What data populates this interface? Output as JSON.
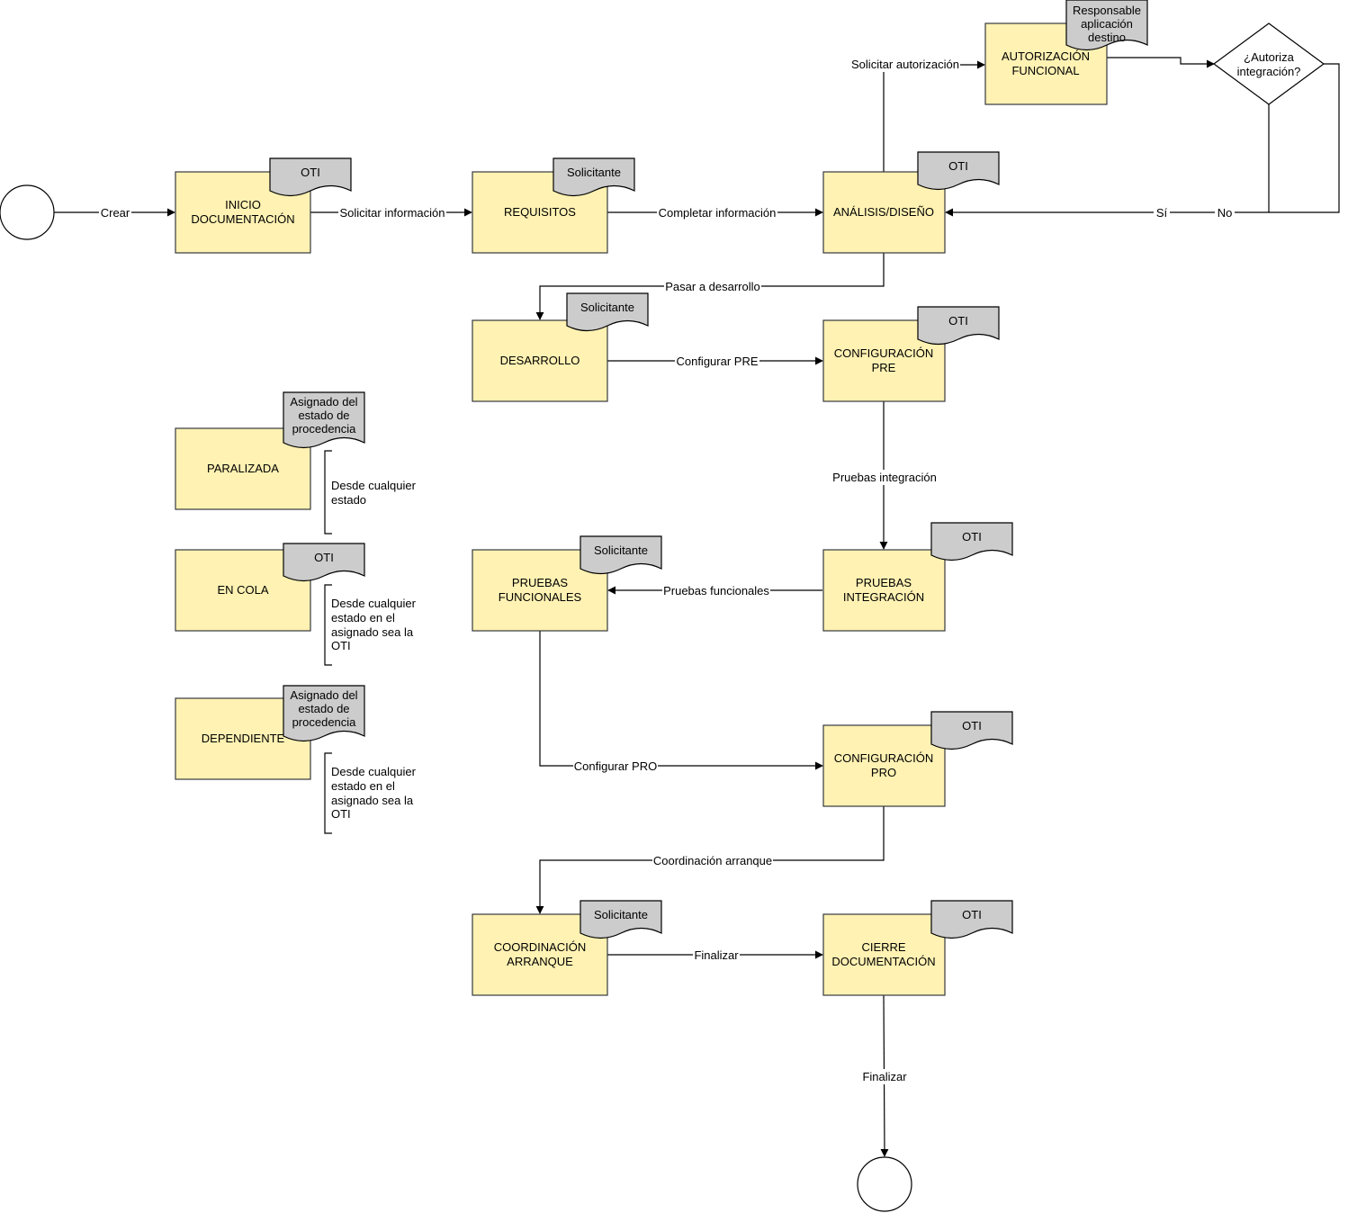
{
  "colors": {
    "state_fill": "#fff2b3",
    "note_fill": "#cccccc",
    "line": "#000000"
  },
  "states": {
    "inicio": {
      "label": [
        "INICIO",
        "DOCUMENTACIÓN"
      ],
      "role": "OTI"
    },
    "requisitos": {
      "label": [
        "REQUISITOS"
      ],
      "role": "Solicitante"
    },
    "analisis": {
      "label": [
        "ANÁLISIS/DISEÑO"
      ],
      "role": "OTI"
    },
    "autorizacion": {
      "label": [
        "AUTORIZACIÓN",
        "FUNCIONAL"
      ],
      "role": [
        "Responsable",
        "aplicación",
        "destino"
      ]
    },
    "desarrollo": {
      "label": [
        "DESARROLLO"
      ],
      "role": "Solicitante"
    },
    "config_pre": {
      "label": [
        "CONFIGURACIÓN",
        "PRE"
      ],
      "role": "OTI"
    },
    "pruebas_int": {
      "label": [
        "PRUEBAS",
        "INTEGRACIÓN"
      ],
      "role": "OTI"
    },
    "pruebas_func": {
      "label": [
        "PRUEBAS",
        "FUNCIONALES"
      ],
      "role": "Solicitante"
    },
    "config_pro": {
      "label": [
        "CONFIGURACIÓN",
        "PRO"
      ],
      "role": "OTI"
    },
    "coordinacion": {
      "label": [
        "COORDINACIÓN",
        "ARRANQUE"
      ],
      "role": "Solicitante"
    },
    "cierre": {
      "label": [
        "CIERRE",
        "DOCUMENTACIÓN"
      ],
      "role": "OTI"
    },
    "paralizada": {
      "label": [
        "PARALIZADA"
      ],
      "role": [
        "Asignado del",
        "estado de",
        "procedencia"
      ],
      "note": [
        "Desde cualquier",
        "estado"
      ]
    },
    "en_cola": {
      "label": [
        "EN COLA"
      ],
      "role": "OTI",
      "note": [
        "Desde cualquier",
        "estado en el",
        "asignado sea la",
        "OTI"
      ]
    },
    "dependiente": {
      "label": [
        "DEPENDIENTE"
      ],
      "role": [
        "Asignado del",
        "estado de",
        "procedencia"
      ],
      "note": [
        "Desde cualquier",
        "estado en el",
        "asignado sea la",
        "OTI"
      ]
    }
  },
  "decision": {
    "label": [
      "¿Autoriza",
      "integración?"
    ]
  },
  "transitions": {
    "crear": "Crear",
    "solicitar_info": "Solicitar información",
    "completar_info": "Completar información",
    "solicitar_autorizacion": "Solicitar autorización",
    "si": "Sí",
    "no": "No",
    "pasar_desarrollo": "Pasar a desarrollo",
    "configurar_pre": "Configurar PRE",
    "pruebas_integracion": "Pruebas integración",
    "pruebas_funcionales": "Pruebas funcionales",
    "configurar_pro": "Configurar PRO",
    "coordinacion_arranque": "Coordinación arranque",
    "finalizar_1": "Finalizar",
    "finalizar_2": "Finalizar"
  }
}
